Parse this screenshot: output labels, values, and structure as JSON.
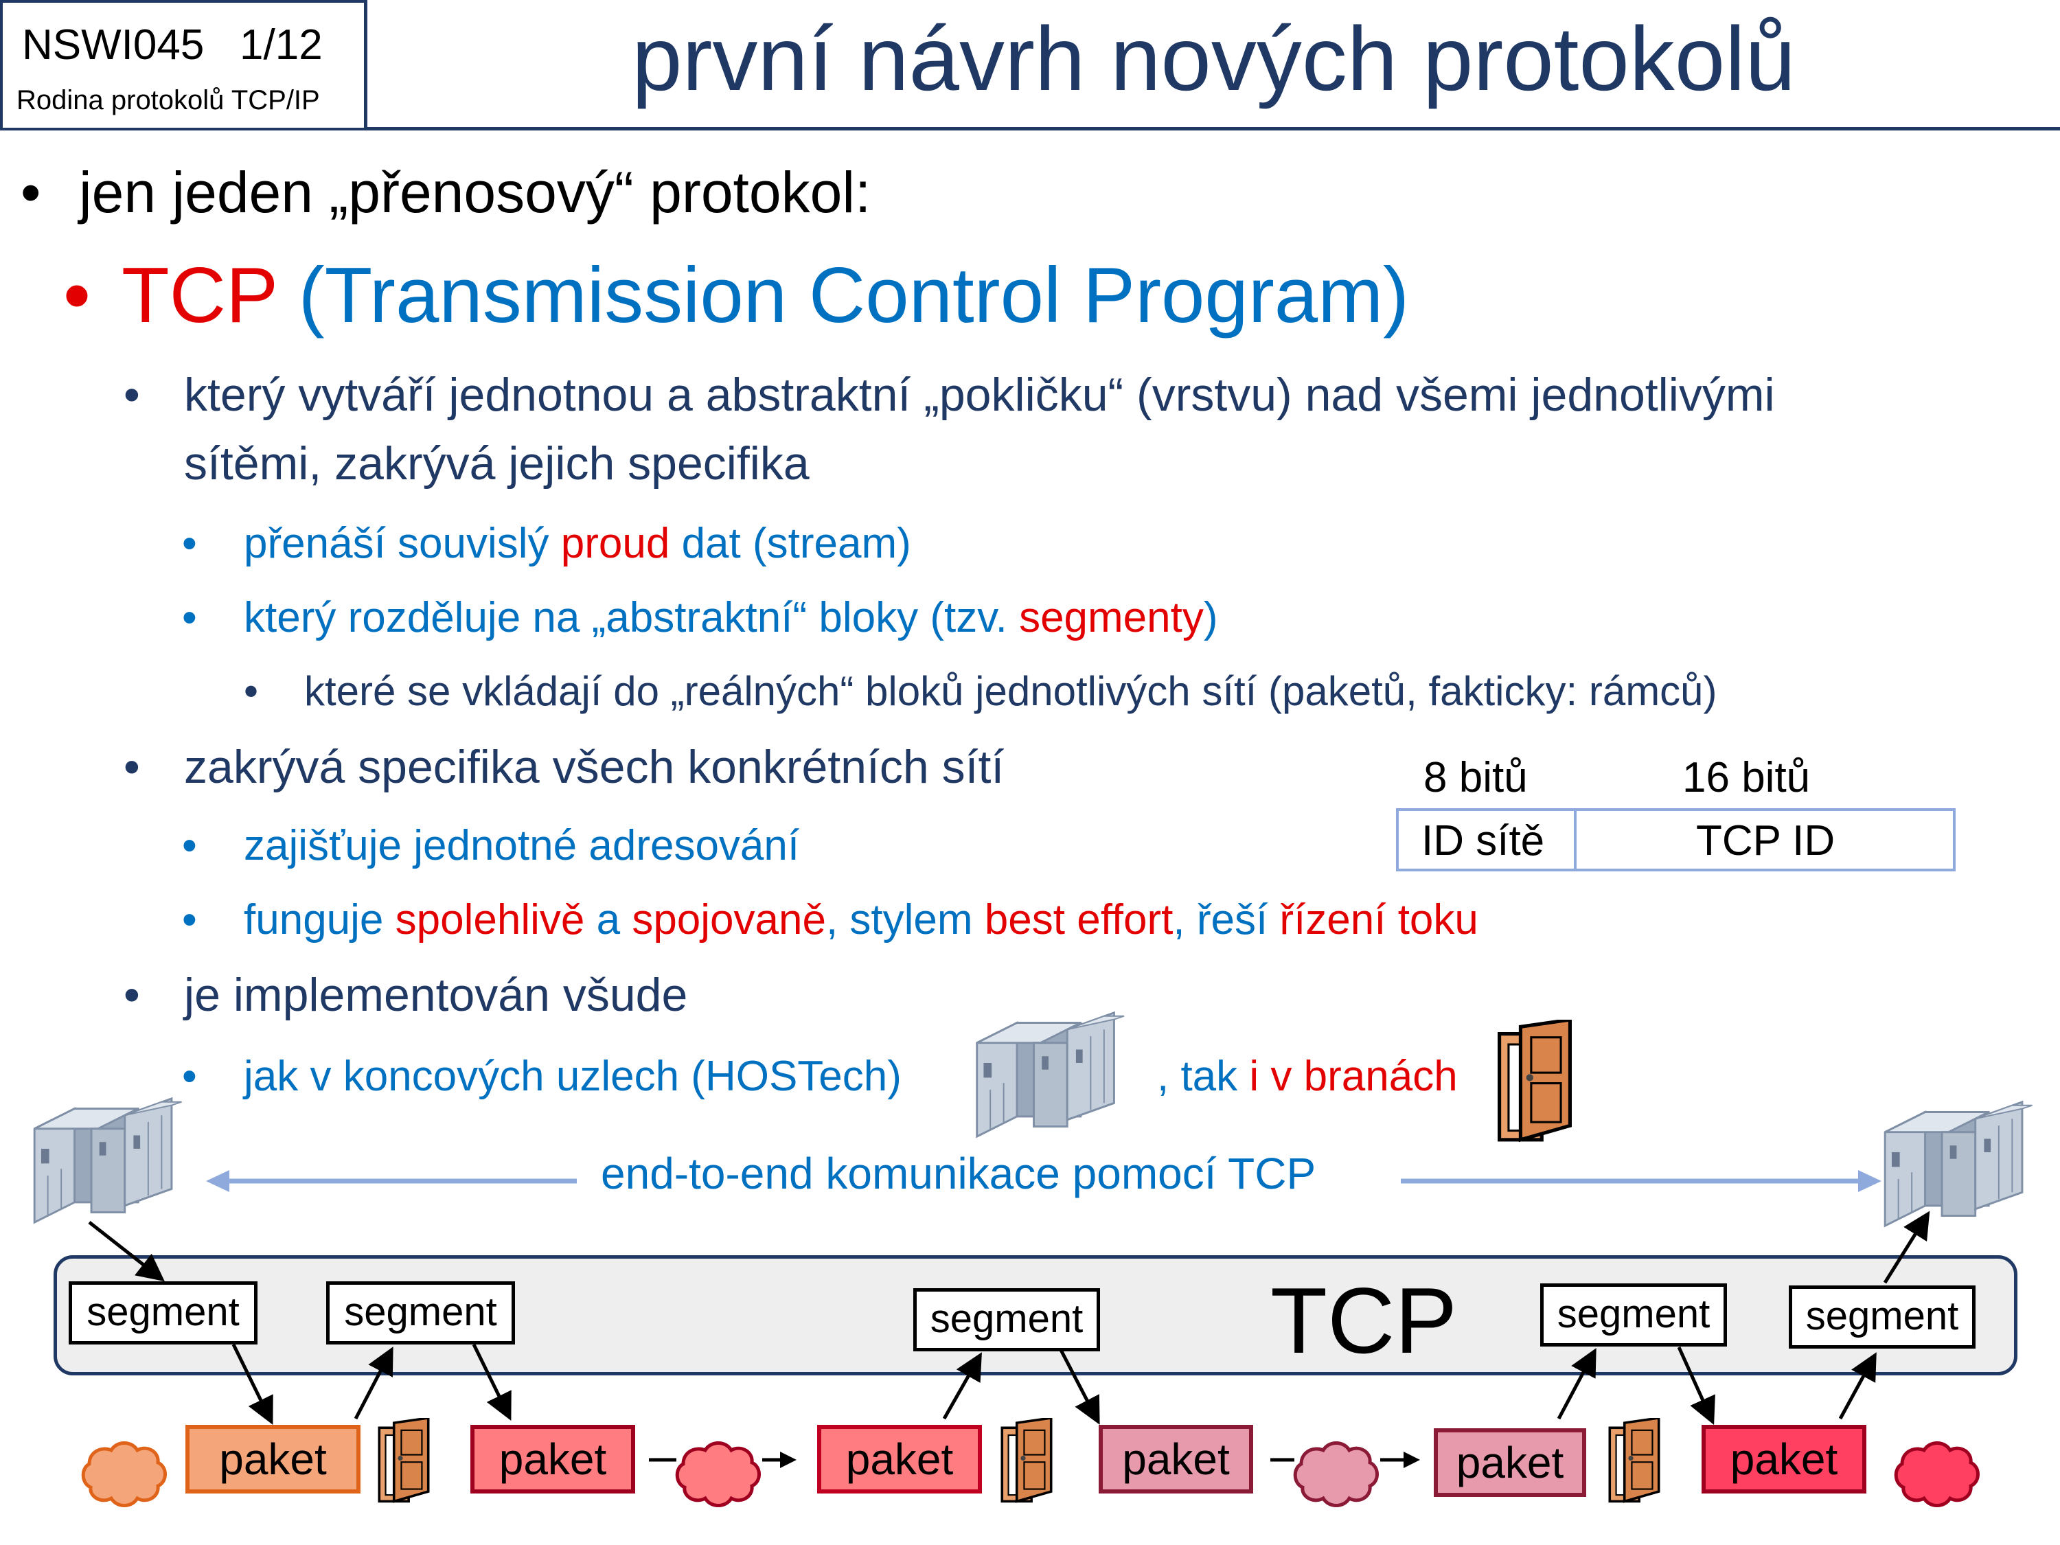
{
  "header": {
    "course_code": "NSWI045",
    "slide_number": "1/12",
    "course_name": "Rodina protokolů TCP/IP",
    "title": "první návrh nových protokolů"
  },
  "content": {
    "l1_text": "jen jeden „přenosový“ protokol:",
    "tcp_label": "TCP",
    "tcp_expansion": "(Transmission Control Program)",
    "l2a_line1": "který vytváří jednotnou a abstraktní „pokličku“ (vrstvu) nad všemi jednotlivými",
    "l2a_line2": "sítěmi, zakrývá jejich specifika",
    "l3a_pre": "přenáší souvislý ",
    "l3a_red": "proud",
    "l3a_post": " dat (stream)",
    "l3b_pre": "který rozděluje na „abstraktní“  bloky (tzv. ",
    "l3b_red": "segmenty",
    "l3b_post": ")",
    "l4a": "které se vkládají  do „reálných“ bloků jednotlivých sítí (paketů, fakticky: rámců)",
    "l2b": "zakrývá specifika všech konkrétních sítí",
    "l3c": "zajišťuje  jednotné adresování",
    "l3d_1": "funguje ",
    "l3d_2": "spolehlivě",
    "l3d_3": " a ",
    "l3d_4": "spojovaně",
    "l3d_5": ", stylem ",
    "l3d_6": "best effort",
    "l3d_7": ", řeší ",
    "l3d_8": "řízení toku",
    "l2c": "je implementován všude",
    "l3e": "jak v koncových uzlech (HOSTech)",
    "l3f_1": ", tak ",
    "l3f_2": "i v branách"
  },
  "address_table": {
    "col1_header": "8 bitů",
    "col2_header": "16 bitů",
    "col1_value": "ID sítě",
    "col2_value": "TCP ID"
  },
  "diagram": {
    "end_to_end_label": "end-to-end komunikace pomocí TCP",
    "tcp_layer_label": "TCP",
    "segment_label": "segment",
    "packet_label": "paket",
    "colors": {
      "packet_orange": "#f4a67a",
      "packet_red": "#ff7c80",
      "packet_pink": "#e69aac",
      "packet_brightred": "#ff4060",
      "arrow_blue": "#8ea9db"
    }
  }
}
